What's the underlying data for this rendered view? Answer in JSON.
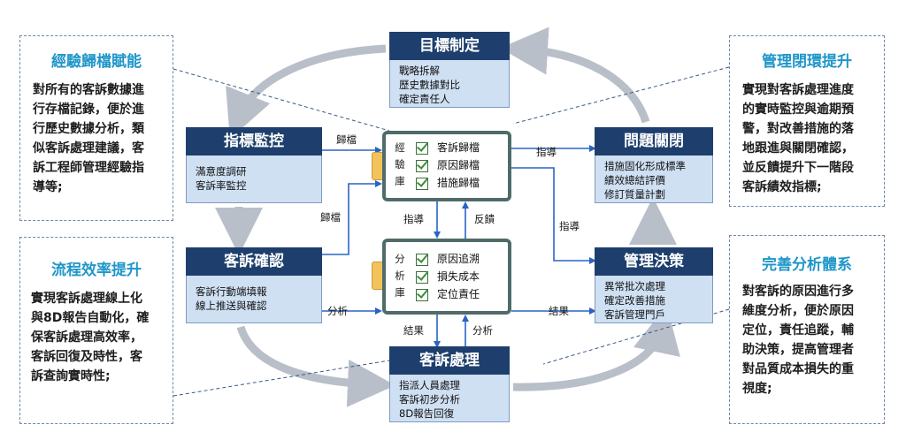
{
  "side_boxes": {
    "top_left": {
      "title": "經驗歸檔賦能",
      "lines": [
        "對所有的客訴數據進",
        "行存檔記錄，便於進",
        "行歷史數據分析，類",
        "似客訴處理建議，客",
        "訴工程師管理經驗指",
        "導等;"
      ]
    },
    "bottom_left": {
      "title": "流程效率提升",
      "lines": [
        "實現客訴處理線上化",
        "與8D報告自動化，確",
        "保客訴處理高效率，",
        "客訴回復及時性，客",
        "訴查詢實時性;"
      ]
    },
    "top_right": {
      "title": "管理閉環提升",
      "lines": [
        "實現對客訴處理進度",
        "的實時監控與逾期預",
        "警，對改善措施的落",
        "地跟進與關閉確認，",
        "並反饋提升下一階段",
        "客訴績效指標;"
      ]
    },
    "bottom_right": {
      "title": "完善分析體系",
      "lines": [
        "對客訴的原因進行多",
        "維度分析，便於原因",
        "定位，責任追蹤，輔",
        "助決策，提高管理者",
        "對品質成本損失的重",
        "視度;"
      ]
    }
  },
  "nodes": {
    "goal": {
      "title": "目標制定",
      "items": [
        "戰略拆解",
        "歷史數據對比",
        "確定責任人"
      ]
    },
    "monitor": {
      "title": "指標監控",
      "items": [
        "滿意度調研",
        "客訴率監控"
      ]
    },
    "confirm": {
      "title": "客訴確認",
      "items": [
        "客訴行動端填報",
        "線上推送與確認"
      ]
    },
    "handle": {
      "title": "客訴處理",
      "items": [
        "指派人員處理",
        "客訴初步分析",
        "8D報告回復"
      ]
    },
    "decision": {
      "title": "管理決策",
      "items": [
        "異常批次處理",
        "確定改善措施",
        "客訴管理門戶"
      ]
    },
    "close": {
      "title": "問題關閉",
      "items": [
        "措施固化形成標準",
        "績效總結評價",
        "修訂質量計劃"
      ]
    }
  },
  "libraries": {
    "experience": {
      "side": [
        "經",
        "驗",
        "庫"
      ],
      "items": [
        "客訴歸檔",
        "原因歸檔",
        "措施歸檔"
      ]
    },
    "analysis": {
      "side": [
        "分",
        "析",
        "庫"
      ],
      "items": [
        "原因追溯",
        "損失成本",
        "定位責任"
      ]
    }
  },
  "arrow_labels": {
    "monitor_to_exp": "歸檔",
    "confirm_to_exp": "歸檔",
    "exp_to_close": "指導",
    "exp_to_decision": "指導",
    "exp_to_analysis": "指導",
    "analysis_to_exp": "反饋",
    "confirm_to_analysis": "分析",
    "analysis_to_decision": "結果",
    "analysis_to_handle": "結果",
    "handle_to_analysis": "分析"
  },
  "colors": {
    "node_header": "#1e3f6d",
    "node_body": "#cfe0f3",
    "arrow_blue": "#2a63c4",
    "cycle_gray": "#b8bfc9",
    "title_blue": "#1f96c8"
  }
}
